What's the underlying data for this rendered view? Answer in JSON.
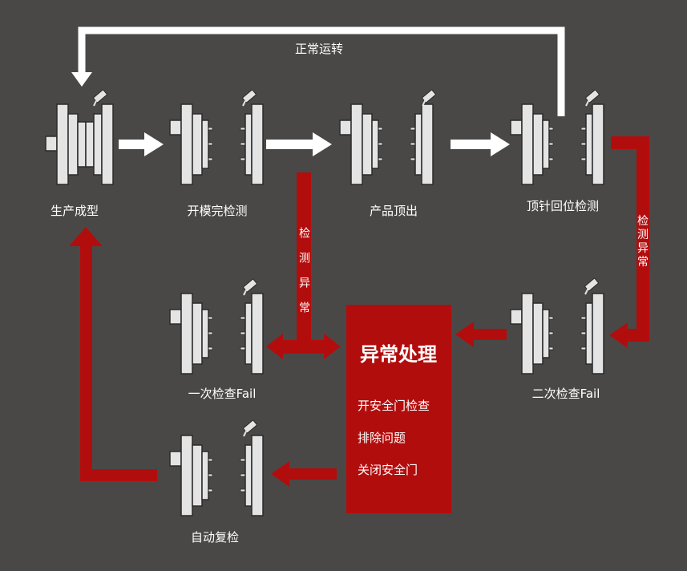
{
  "colors": {
    "background": "#4a4847",
    "abnormal_red": "#b20d0d",
    "flow_white": "#ffffff",
    "machine_fill": "#e4e4e4",
    "machine_outline": "#2a2a2a"
  },
  "loop_label": "正常运转",
  "stages": {
    "mold_forming": "生产成型",
    "mold_open_check": "开模完检测",
    "product_eject": "产品顶出",
    "pin_return_check": "顶针回位检测",
    "first_check_fail": "一次检查Fail",
    "second_check_fail": "二次检查Fail",
    "auto_recheck": "自动复检"
  },
  "abnormal_label": "检测异常",
  "handling_box": {
    "title": "异常处理",
    "steps": [
      "开安全门检查",
      "排除问题",
      "关闭安全门"
    ]
  },
  "icons": {
    "camera": "camera-icon",
    "machine": "mold-machine-icon"
  }
}
